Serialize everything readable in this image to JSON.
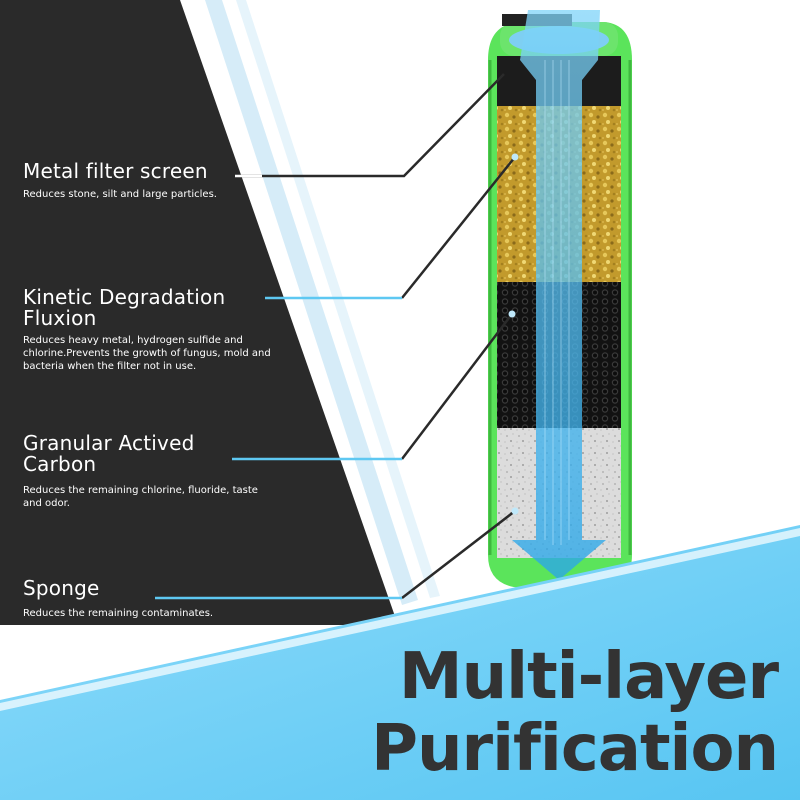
{
  "colors": {
    "dark_panel": "#2a2a2a",
    "cartridge_green": "#5be45b",
    "water_blue": "#3fb6ee",
    "accent_blue": "#5ec8f2",
    "headline_text": "#333333",
    "bottom_band": "#6dd2f6"
  },
  "layers": [
    {
      "title": "Metal filter screen",
      "desc": "Reduces stone, silt and large  particles."
    },
    {
      "title": "Kinetic Degradation\nFluxion",
      "desc": "Reduces heavy metal, hydrogen sulfide and chlorine.Prevents the growth of fungus, mold and bacteria when the filter not in use."
    },
    {
      "title": "Granular Actived\nCarbon",
      "desc": "Reduces the remaining chlorine, fluoride, taste and odor."
    },
    {
      "title": "Sponge",
      "desc": "Reduces the remaining contaminates."
    }
  ],
  "headline": {
    "line1": "Multi-layer",
    "line2": "Purification"
  }
}
